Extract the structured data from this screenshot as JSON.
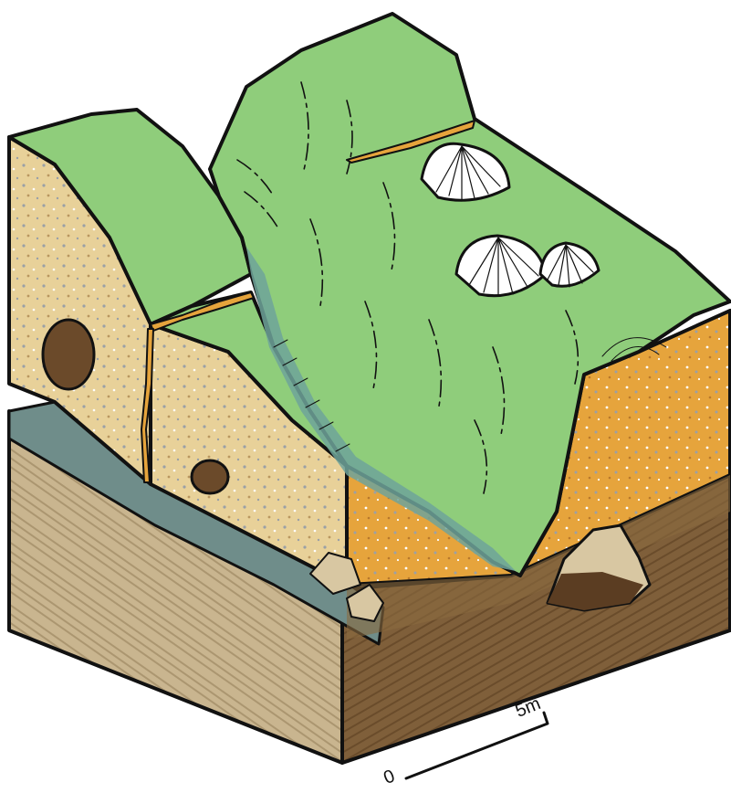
{
  "figure": {
    "type": "geological-block-diagram"
  },
  "scale_bar": {
    "start_label": "0",
    "end_label": "5m"
  },
  "colors": {
    "grass": "#8fcd7b",
    "sand_light": "#e8d199",
    "sand_orange": "#e6a43c",
    "bedrock_light": "#c9b58f",
    "bedrock_dark": "#7a5a35",
    "water_layer": "#6f8d8a",
    "boulder": "#6b4a2a",
    "shell": "#ffffff",
    "outline": "#111111"
  }
}
